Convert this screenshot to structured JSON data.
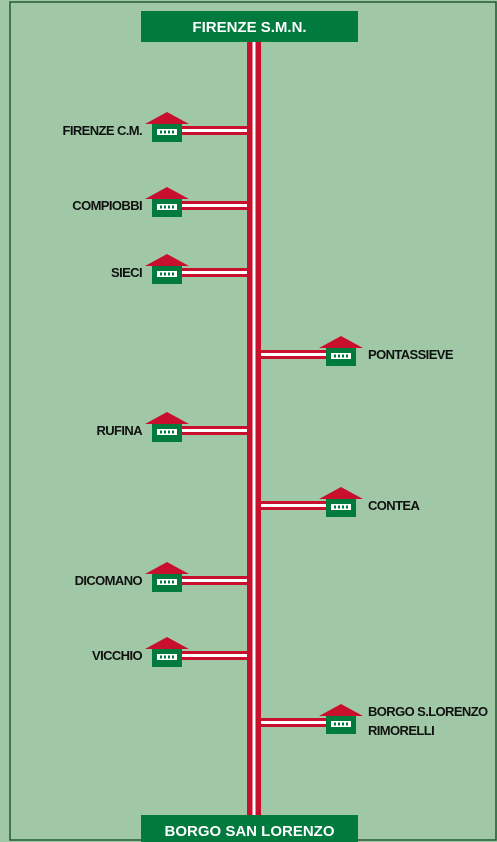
{
  "colors": {
    "background": "#a0c8a6",
    "frame": "#1f5a33",
    "brand_green": "#007a3d",
    "rail_red": "#c8102e",
    "roof_red": "#c8102e",
    "house_green": "#007a3d",
    "label_text": "#111111"
  },
  "termini": {
    "top": "FIRENZE S.M.N.",
    "bottom": "BORGO SAN LORENZO"
  },
  "stations": [
    {
      "id": "firenze-cm",
      "side": "left",
      "lines": [
        "FIRENZE C.M."
      ]
    },
    {
      "id": "compiobbi",
      "side": "left",
      "lines": [
        "COMPIOBBI"
      ]
    },
    {
      "id": "sieci",
      "side": "left",
      "lines": [
        "SIECI"
      ]
    },
    {
      "id": "pontassieve",
      "side": "right",
      "lines": [
        "PONTASSIEVE"
      ]
    },
    {
      "id": "rufina",
      "side": "left",
      "lines": [
        "RUFINA"
      ]
    },
    {
      "id": "contea",
      "side": "right",
      "lines": [
        "CONTEA"
      ]
    },
    {
      "id": "dicomano",
      "side": "left",
      "lines": [
        "DICOMANO"
      ]
    },
    {
      "id": "vicchio",
      "side": "left",
      "lines": [
        "VICCHIO"
      ]
    },
    {
      "id": "borgo-slorenzo-rimorelli",
      "side": "right",
      "lines": [
        "BORGO S.LORENZO",
        "RIMORELLI"
      ]
    }
  ],
  "icons": {
    "station": "station-house-icon"
  }
}
